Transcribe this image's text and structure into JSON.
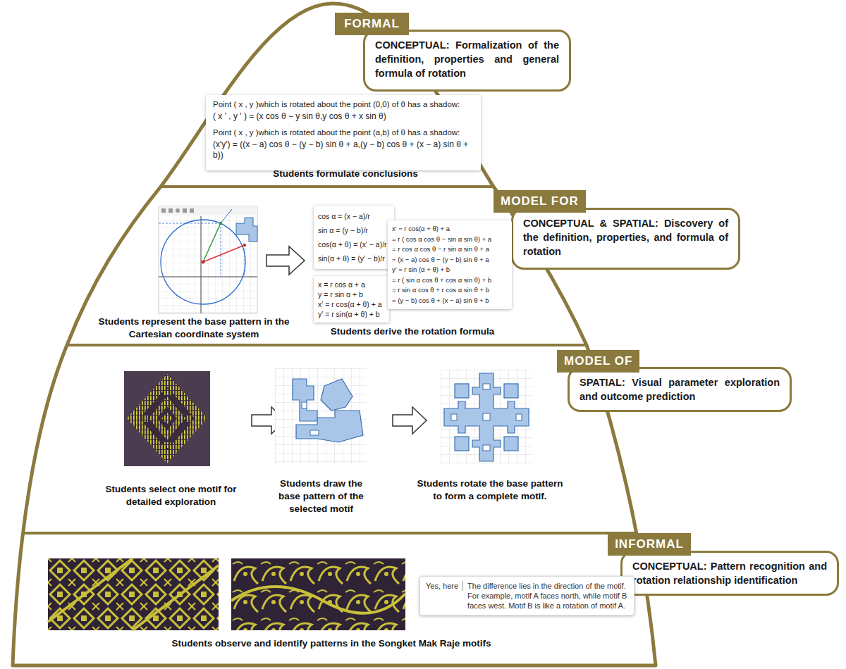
{
  "diagram": {
    "nodes": [
      {
        "text": [
          "FORMAL"
        ]
      },
      {
        "text": [
          "CONCEPTUAL: Formalization of the definition, properties and general formula of rotation"
        ]
      },
      {
        "text": [
          "Point ( x , y )which is rotated about the point (0,0) of θ has a shadow:",
          "( x ' , y ' ) = (x cos θ − y sin θ,y cos θ + x sin θ)",
          "Point ( x , y )which is rotated about the point (a,b) of θ has a shadow:",
          "(x′y′) = ((x − a) cos θ − (y − b) sin θ + a,(y − b) cos θ + (x − a) sin θ + b))"
        ]
      },
      {
        "text": [
          "MODEL FOR"
        ]
      },
      {
        "text": [
          "CONCEPTUAL & SPATIAL: Discovery of the definition, properties, and formula of rotation"
        ]
      },
      {
        "text": [
          "cos α = (x − a)/r",
          "sin α = (y − b)/r",
          "cos(α + θ) = (x′ − a)/r",
          "sin(α + θ) = (y′ − b)/r"
        ]
      },
      {
        "text": [
          "x = r cos α + a",
          "y = r sin α + b",
          "x′ = r cos(α + θ) + a",
          "y′ = r sin(α + θ) + b"
        ]
      },
      {
        "text": [
          "x′ = r cos(α + θ) + a",
          "= r ( cos α cos θ − sin α sin θ) + a",
          "= r cos α cos θ − r sin α sin θ + a",
          "= (x − a) cos θ − (y − b) sin θ + a",
          "y′ = r sin (α + θ) + b",
          "= r ( sin α cos θ + cos α sin θ) + b",
          "= r sin α cos θ + r cos α sin θ + b",
          "= (y − b) cos θ + (x − a) sin θ + b"
        ]
      },
      {
        "text": [
          "MODEL OF"
        ]
      },
      {
        "text": [
          "SPATIAL: Visual parameter exploration and outcome prediction"
        ]
      },
      {
        "text": [
          "INFORMAL"
        ]
      },
      {
        "text": [
          "CONCEPTUAL: Pattern recognition and rotation relationship identification"
        ]
      },
      {
        "text": [
          "Yes, here",
          "The difference lies in the direction of the motif. For example, motif A faces north, while motif B faces west. Motif B is like a rotation of motif A."
        ]
      }
    ],
    "labels": [
      "Students formulate conclusions",
      "Students represent the base pattern in the Cartesian coordinate system",
      "Students derive the rotation formula",
      "Students select one motif for detailed exploration",
      "Students draw the base pattern of the selected motif",
      "Students rotate the base pattern to form a complete motif.",
      "Students observe and identify patterns in the Songket Mak Raje motifs"
    ]
  }
}
